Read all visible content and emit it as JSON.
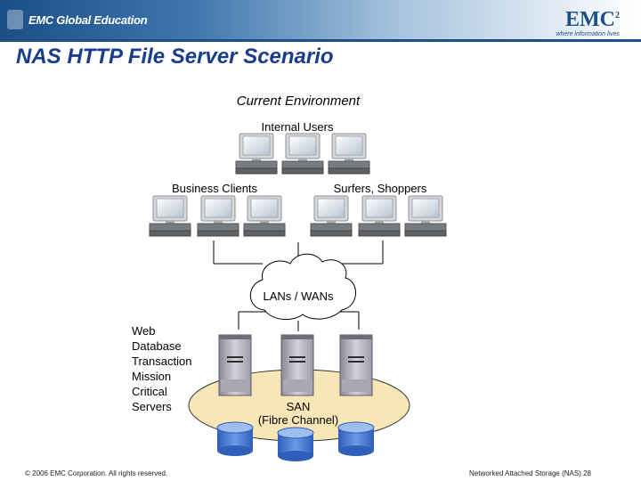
{
  "header": {
    "left_logo_text": "EMC Global Education",
    "right_logo_text": "EMC",
    "right_logo_superscript": "2",
    "right_tagline": "where information lives"
  },
  "slide": {
    "title": "NAS HTTP File Server Scenario",
    "subtitle": "Current Environment",
    "internal_users_label": "Internal Users",
    "business_clients_label": "Business Clients",
    "surfers_label": "Surfers, Shoppers",
    "network_label": "LANs / WANs",
    "servers_label_lines": [
      "Web",
      "Database",
      "Transaction",
      "Mission",
      "Critical",
      "Servers"
    ],
    "san_label_line1": "SAN",
    "san_label_line2": "(Fibre Channel)"
  },
  "footer": {
    "copyright": "© 2006 EMC Corporation. All rights reserved.",
    "page": "Networked Attached Storage (NAS) 28"
  },
  "colors": {
    "header_dark": "#1a4f86",
    "title": "#1a3c8c",
    "san_fill": "#f8e7b6",
    "disk_fill": "#4f7fd6"
  }
}
